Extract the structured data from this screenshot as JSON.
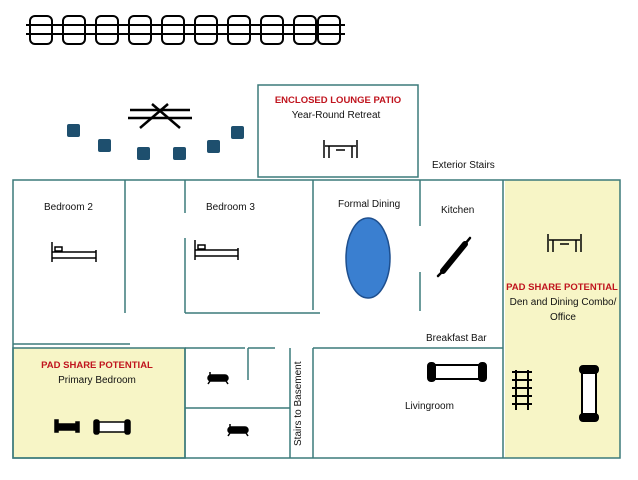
{
  "patio": {
    "title": "ENCLOSED LOUNGE PATIO",
    "subtitle": "Year-Round Retreat"
  },
  "rooms": {
    "bedroom2": "Bedroom 2",
    "bedroom3": "Bedroom 3",
    "formal_dining": "Formal Dining",
    "kitchen": "Kitchen",
    "exterior_stairs": "Exterior Stairs",
    "breakfast_bar": "Breakfast Bar",
    "livingroom": "Livingroom",
    "stairs_basement": "Stairs to Basement",
    "primary_bedroom": "Primary Bedroom"
  },
  "pad_share_left": {
    "title": "PAD SHARE POTENTIAL",
    "room": "Primary Bedroom"
  },
  "pad_share_right": {
    "title": "PAD SHARE POTENTIAL",
    "line1": "Den and Dining Combo/",
    "line2": "Office"
  },
  "colors": {
    "wall": "#3b7a7a",
    "highlight": "#f7f5c6",
    "accent_red": "#c0141e",
    "stool": "#1e4f6e",
    "dining_table": "#3a7fd0"
  },
  "icons": [
    "fence-icon",
    "picnic-table-icon",
    "stool-icon",
    "dining-set-icon",
    "bed-icon",
    "sofa-icon",
    "bathtub-icon",
    "rolling-pin-icon",
    "chair-icon"
  ]
}
